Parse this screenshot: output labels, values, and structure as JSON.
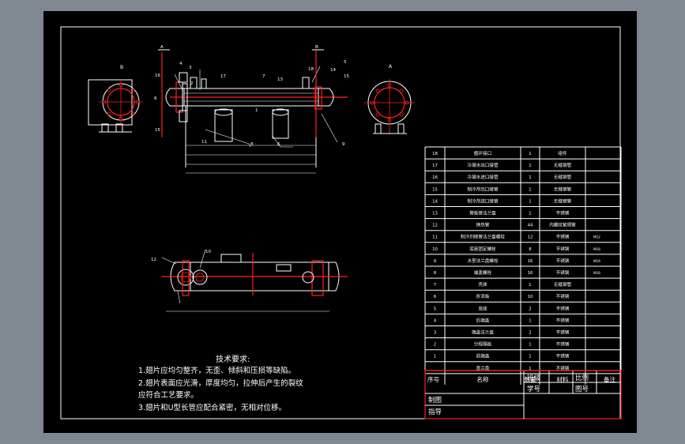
{
  "tech_requirements": {
    "title": "技术要求:",
    "lines": [
      "1.翅片应均匀整齐，无歪、倾斜和压损等缺陷。",
      "2.翅片表面应光滑，厚度均匀，拉伸后产生的裂纹",
      "应符合工艺要求。",
      "3.翅片和U型长管应配合紧密，无相对位移。"
    ]
  },
  "parts_table": {
    "header": {
      "no": "序号",
      "name": "名称",
      "qty": "数量",
      "material": "材料",
      "note": "备注"
    },
    "rows": [
      {
        "no": "18",
        "name": "循环接口",
        "qty": "1",
        "material": "组件",
        "note": ""
      },
      {
        "no": "17",
        "name": "冷凝水出口接管",
        "qty": "1",
        "material": "无缝钢管",
        "note": ""
      },
      {
        "no": "16",
        "name": "冷凝水进口接管",
        "qty": "1",
        "material": "无缝钢管",
        "note": ""
      },
      {
        "no": "15",
        "name": "制冷剂出口接管",
        "qty": "1",
        "material": "无缝钢管",
        "note": ""
      },
      {
        "no": "14",
        "name": "制冷剂进口接管",
        "qty": "1",
        "material": "无缝钢管",
        "note": ""
      },
      {
        "no": "13",
        "name": "管板接法兰盘",
        "qty": "1",
        "material": "不锈钢",
        "note": ""
      },
      {
        "no": "12",
        "name": "换热管",
        "qty": "44",
        "material": "内螺纹紫铜管",
        "note": ""
      },
      {
        "no": "11",
        "name": "制冷剂接管法兰盘螺栓",
        "qty": "12",
        "material": "不锈钢",
        "note": "M12"
      },
      {
        "no": "10",
        "name": "底座固定螺栓",
        "qty": "8",
        "material": "不锈钢",
        "note": "M16"
      },
      {
        "no": "9",
        "name": "水室法兰盘螺栓",
        "qty": "16",
        "material": "不锈钢",
        "note": "M16"
      },
      {
        "no": "8",
        "name": "端盖螺栓",
        "qty": "16",
        "material": "不锈钢",
        "note": "M16"
      },
      {
        "no": "7",
        "name": "壳体",
        "qty": "1",
        "material": "无缝钢管",
        "note": ""
      },
      {
        "no": "6",
        "name": "折流板",
        "qty": "10",
        "material": "不锈钢",
        "note": ""
      },
      {
        "no": "5",
        "name": "底座",
        "qty": "2",
        "material": "不锈钢",
        "note": ""
      },
      {
        "no": "4",
        "name": "后端盖",
        "qty": "1",
        "material": "不锈钢",
        "note": ""
      },
      {
        "no": "3",
        "name": "端盖法兰盘",
        "qty": "2",
        "material": "不锈钢",
        "note": ""
      },
      {
        "no": "2",
        "name": "分程隔板",
        "qty": "1",
        "material": "不锈钢",
        "note": ""
      },
      {
        "no": "1",
        "name": "前端盖",
        "qty": "1",
        "material": "不锈钢",
        "note": ""
      },
      {
        "no": "",
        "name": "盖兰盘",
        "qty": "1",
        "material": "不锈钢",
        "note": ""
      }
    ]
  },
  "title_block": {
    "class_label": "班级",
    "student_id_label": "学号",
    "scale_label": "比例",
    "drawing_no_label": "图号",
    "draw_label": "制图",
    "review_label": "指导"
  },
  "callouts": {
    "top_view": [
      "6",
      "4",
      "3",
      "2",
      "16",
      "15",
      "17",
      "7",
      "13",
      "18",
      "9",
      "14",
      "5",
      "15",
      "11",
      "8",
      "6",
      "9",
      "1"
    ],
    "side_left": "B",
    "side_right": "A",
    "section_a": "A",
    "section_b": "B",
    "bottom_view": [
      "12",
      "10"
    ]
  },
  "colors": {
    "sheet_bg": "#000000",
    "app_bg": "#7f8791",
    "line": "#ffffff",
    "accent": "#ff2020"
  }
}
